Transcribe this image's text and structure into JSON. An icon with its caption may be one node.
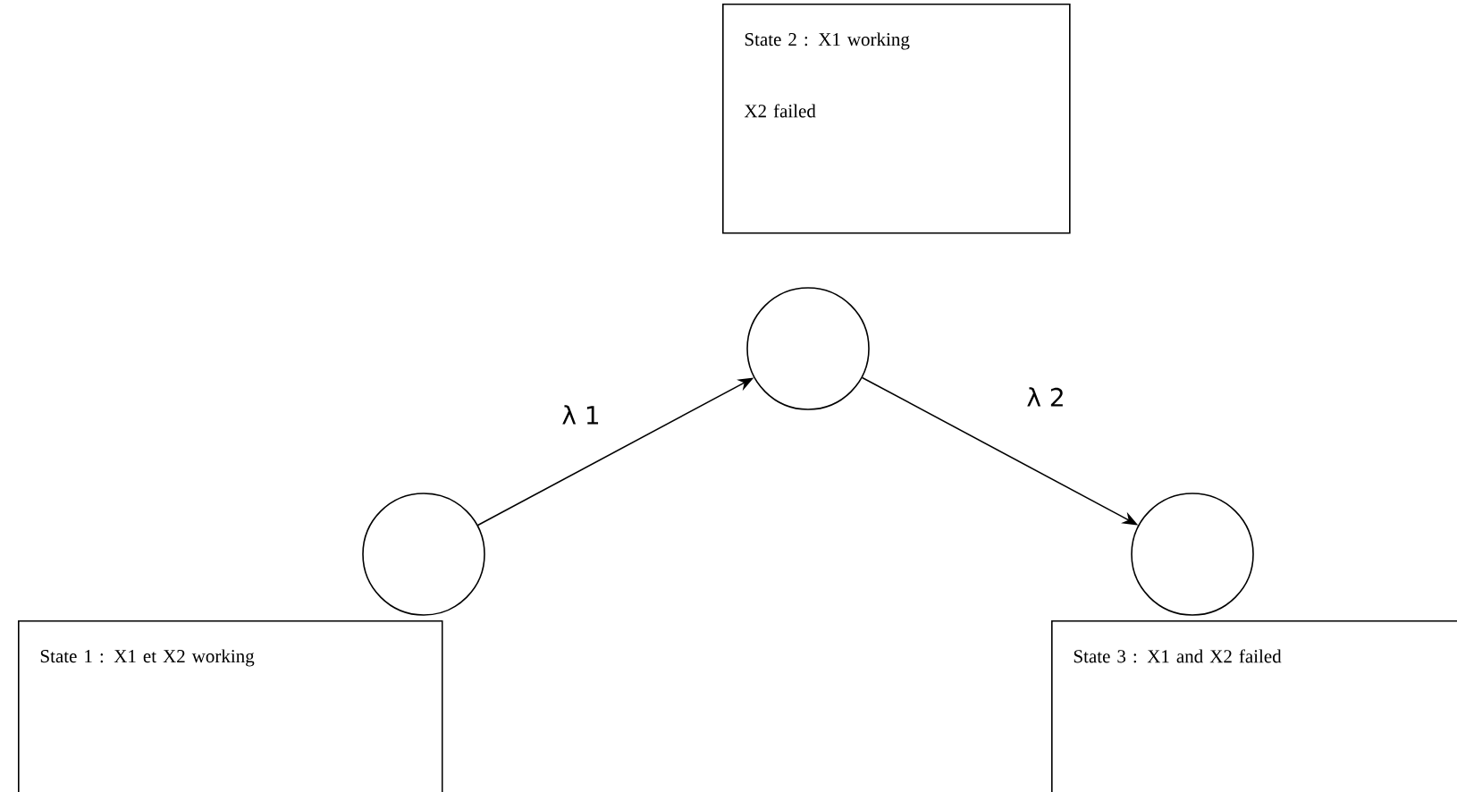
{
  "diagram": {
    "nodes": [
      {
        "text": [
          "State 2 : X1 working",
          "X2 failed"
        ]
      },
      {
        "text": [],
        "shape": "circle"
      },
      {
        "text": [],
        "shape": "circle"
      },
      {
        "text": [],
        "shape": "circle"
      },
      {
        "text": [
          "State 1 : X1 et X2 working"
        ]
      },
      {
        "text": [
          "State 3 : X1 and X2 failed"
        ]
      }
    ],
    "edges": [
      {
        "from": 1,
        "to": 2,
        "arrow": "to",
        "label": "λ 1"
      },
      {
        "from": 2,
        "to": 3,
        "arrow": "to",
        "label": "λ 2"
      }
    ]
  }
}
